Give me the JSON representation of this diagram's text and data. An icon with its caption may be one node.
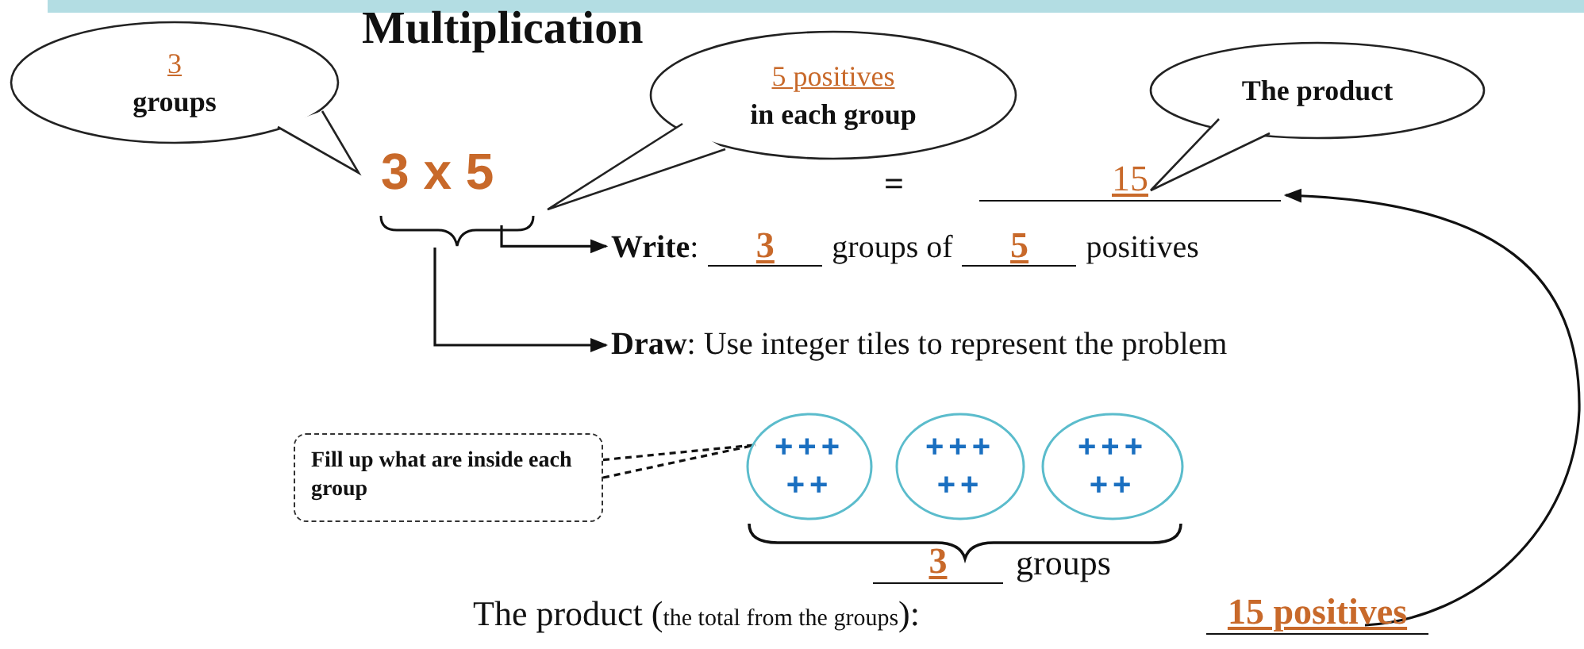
{
  "diagram": {
    "title": "Multiplication",
    "nodes": [
      {
        "text": [
          "3",
          "groups"
        ]
      },
      {
        "text": [
          "5 positives",
          "in each group"
        ]
      },
      {
        "text": [
          "The product"
        ]
      },
      {
        "text": [
          "3 x 5"
        ]
      },
      {
        "text": [
          "15"
        ]
      },
      {
        "text": [
          "**Write**:",
          "3",
          "groups of",
          "5",
          "positives"
        ]
      },
      {
        "text": [
          "**Draw**: Use integer tiles to represent the problem"
        ]
      },
      {
        "text": [
          "Fill up what are inside each group"
        ]
      },
      {
        "text": [
          "+++",
          "++"
        ]
      },
      {
        "text": [
          "+++",
          "++"
        ]
      },
      {
        "text": [
          "+++",
          "++"
        ]
      },
      {
        "text": [
          "15 positives"
        ]
      }
    ],
    "edges": [
      {
        "from": 3,
        "to": 5,
        "arrow": "to"
      },
      {
        "from": 3,
        "to": 6,
        "arrow": "to"
      },
      {
        "from": 7,
        "to": 8,
        "arrow": "none",
        "style": "dashed"
      },
      {
        "from": 11,
        "to": 4,
        "arrow": "to"
      }
    ],
    "labels": [
      "=",
      "3",
      "groups",
      "The product (",
      "the total from the groups",
      "):"
    ]
  }
}
